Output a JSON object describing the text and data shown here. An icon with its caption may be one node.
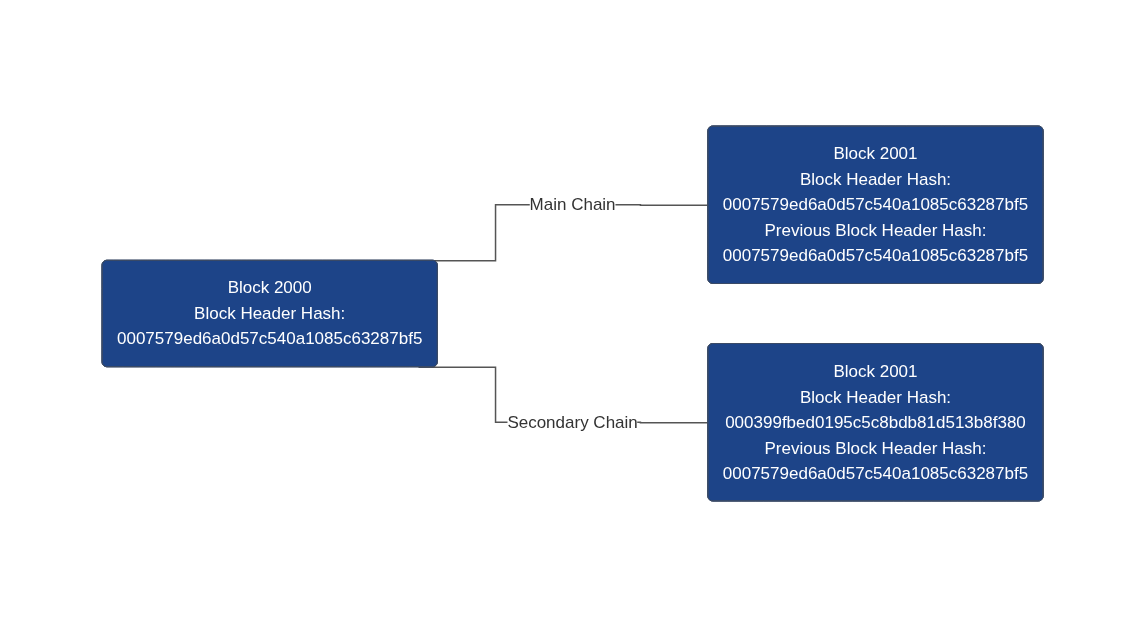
{
  "diagram": {
    "nodes": [
      {
        "text": [
          "Block 2000",
          "Block Header Hash:",
          "0007579ed6a0d57c540a1085c63287bf5"
        ]
      },
      {
        "text": [
          "Block 2001",
          "Block Header Hash:",
          "0007579ed6a0d57c540a1085c63287bf5",
          "Previous Block Header Hash:",
          "0007579ed6a0d57c540a1085c63287bf5"
        ]
      },
      {
        "text": [
          "Block 2001",
          "Block Header Hash:",
          "000399fbed0195c5c8bdb81d513b8f380",
          "Previous Block Header Hash:",
          "0007579ed6a0d57c540a1085c63287bf5"
        ]
      }
    ],
    "edges": [
      {
        "from": 0,
        "to": 1,
        "arrow": "none",
        "label": "Main Chain"
      },
      {
        "from": 0,
        "to": 2,
        "arrow": "none",
        "label": "Secondary Chain"
      }
    ]
  }
}
